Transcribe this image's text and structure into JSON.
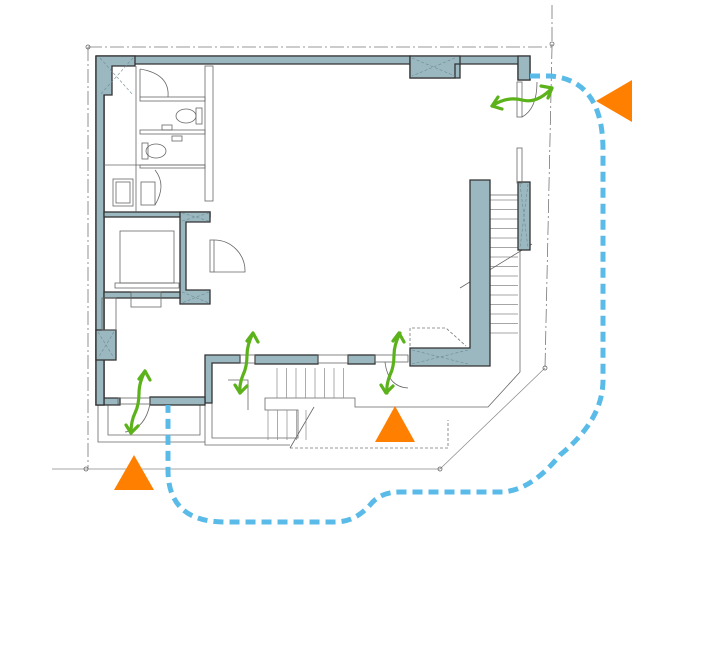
{
  "colors": {
    "wall": "#9bb8c0",
    "entry_marker": "#ff8000",
    "ventilation_arrow": "#5cb21a",
    "circulation_route": "#5bbbe8"
  },
  "legend_items": [
    {
      "icon": "triangle-entry-marker",
      "color": "#ff8000"
    },
    {
      "icon": "double-headed-wave-arrow",
      "color": "#5cb21a"
    },
    {
      "icon": "dashed-route-line",
      "color": "#5bbbe8"
    }
  ]
}
